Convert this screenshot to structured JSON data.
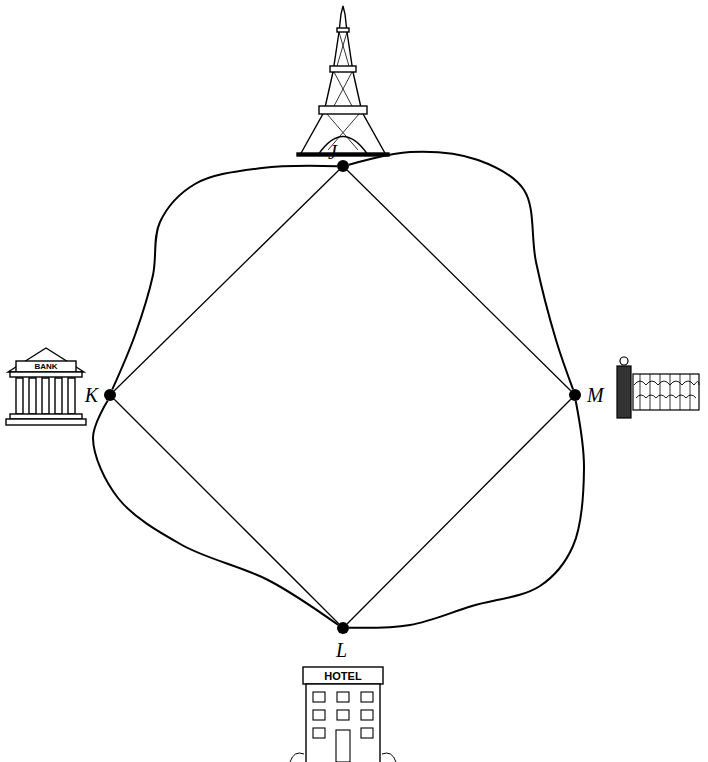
{
  "diagram": {
    "nodes": [
      {
        "text": [
          "J"
        ]
      },
      {
        "text": [
          "K"
        ]
      },
      {
        "text": [
          "M"
        ]
      },
      {
        "text": [
          "L"
        ]
      }
    ],
    "edges": [
      {
        "from": 0,
        "to": 1,
        "arrow": "none"
      },
      {
        "from": 0,
        "to": 2,
        "arrow": "none"
      },
      {
        "from": 1,
        "to": 3,
        "arrow": "none"
      },
      {
        "from": 3,
        "to": 2,
        "arrow": "none"
      },
      {
        "from": 0,
        "to": 1,
        "arrow": "none"
      },
      {
        "from": 0,
        "to": 2,
        "arrow": "none"
      },
      {
        "from": 1,
        "to": 3,
        "arrow": "none"
      },
      {
        "from": 3,
        "to": 2,
        "arrow": "none"
      }
    ],
    "labels": [
      "BANK",
      "HOTEL"
    ]
  }
}
